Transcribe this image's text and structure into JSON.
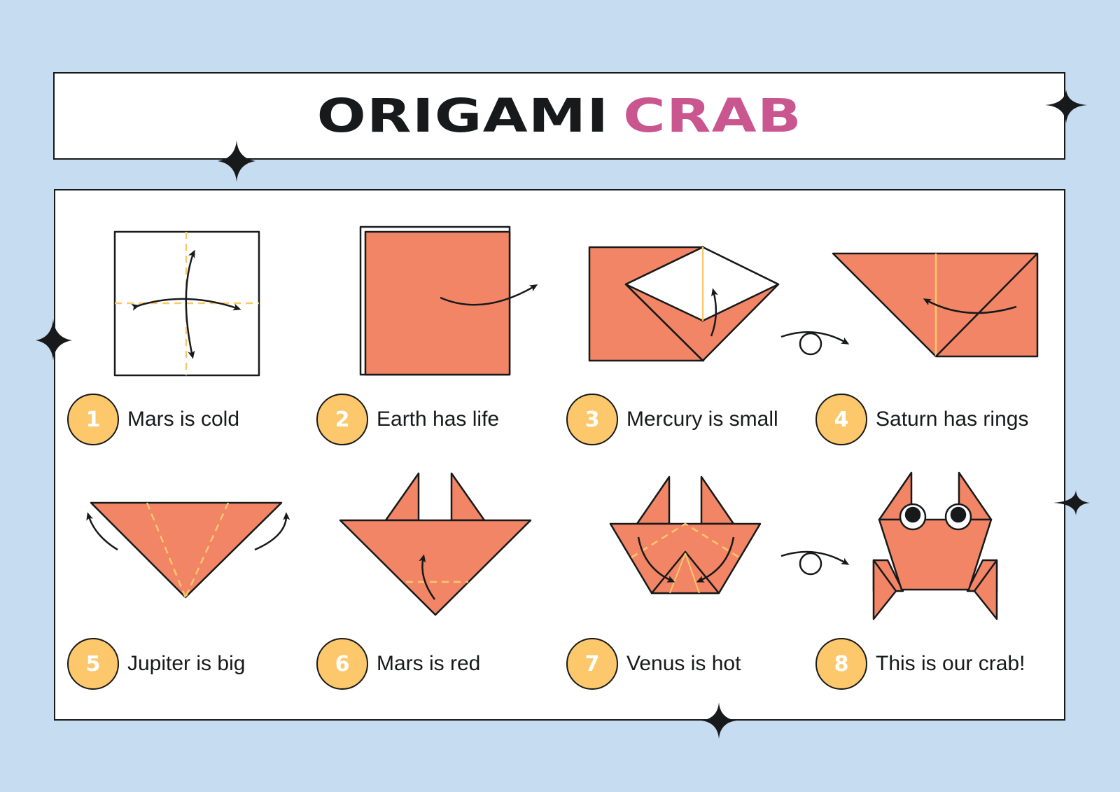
{
  "title": {
    "part1": "ORIGAMI",
    "part2": "CRAB"
  },
  "colors": {
    "background": "#c6dcf0",
    "paper": "#f28566",
    "badge": "#fdc76b",
    "accent_title": "#c9568f",
    "ink": "#17191a",
    "crease": "#fdc76b"
  },
  "steps": [
    {
      "number": "1",
      "text": "Mars is cold"
    },
    {
      "number": "2",
      "text": "Earth has life"
    },
    {
      "number": "3",
      "text": "Mercury is small"
    },
    {
      "number": "4",
      "text": "Saturn has rings"
    },
    {
      "number": "5",
      "text": "Jupiter is big"
    },
    {
      "number": "6",
      "text": "Mars is red"
    },
    {
      "number": "7",
      "text": "Venus is hot"
    },
    {
      "number": "8",
      "text": "This is our crab!"
    }
  ],
  "icons": [
    "four-point-star-icon",
    "fold-arrow-icon",
    "flip-over-icon",
    "dashed-crease-line"
  ]
}
